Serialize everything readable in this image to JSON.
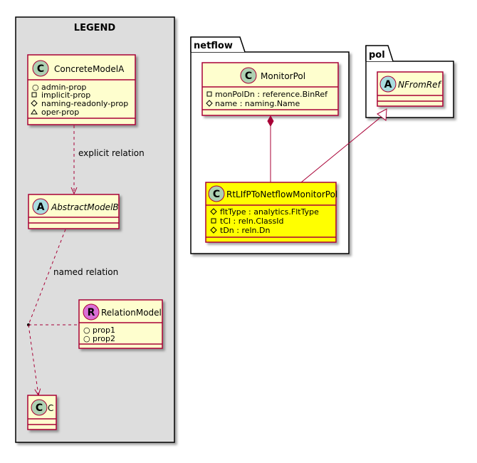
{
  "legend": {
    "title": "LEGEND",
    "concrete": {
      "stereotype": "C",
      "name": "ConcreteModelA",
      "props": [
        {
          "vis": "+",
          "text": "admin-prop"
        },
        {
          "vis": "-",
          "text": "implicit-prop"
        },
        {
          "vis": "#",
          "text": "naming-readonly-prop"
        },
        {
          "vis": "~",
          "text": "oper-prop"
        }
      ]
    },
    "abstract": {
      "stereotype": "A",
      "name": "AbstractModelB"
    },
    "relation_model": {
      "stereotype": "R",
      "name": "RelationModel",
      "props": [
        {
          "vis": "+",
          "text": "prop1"
        },
        {
          "vis": "+",
          "text": "prop2"
        }
      ]
    },
    "c_class": {
      "stereotype": "C",
      "name": "C"
    },
    "explicit_label": "explicit relation",
    "named_label": "named relation"
  },
  "netflow": {
    "package": "netflow",
    "monitorpol": {
      "stereotype": "C",
      "name": "MonitorPol",
      "props": [
        {
          "vis": "-",
          "text": "monPolDn : reference.BinRef"
        },
        {
          "vis": "#",
          "text": "name : naming.Name"
        }
      ]
    },
    "rtclass": {
      "stereotype": "C",
      "name": "RtLIfPToNetflowMonitorPol",
      "props": [
        {
          "vis": "#",
          "text": "fltType : analytics.FltType"
        },
        {
          "vis": "-",
          "text": "tCl : reln.ClassId"
        },
        {
          "vis": "#",
          "text": "tDn : reln.Dn"
        }
      ]
    }
  },
  "pol": {
    "package": "pol",
    "nfromref": {
      "stereotype": "A",
      "name": "NFromRef"
    }
  },
  "colors": {
    "class_fill": "#FEFECE",
    "class_border": "#A80036",
    "highlight_fill": "#FFFF00",
    "legend_bg": "#DDDDDD",
    "circle_class": "#ADD1B2",
    "circle_relation": "#DA70D6",
    "line": "#A80036"
  }
}
